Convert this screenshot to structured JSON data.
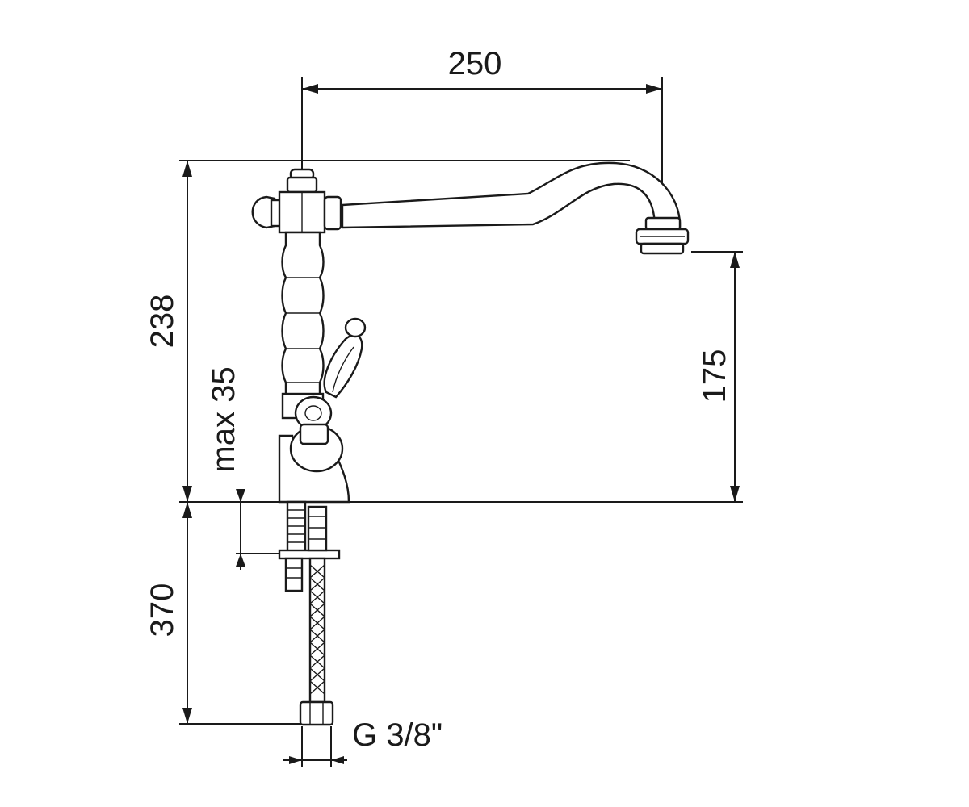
{
  "dimensions": {
    "spout_reach": "250",
    "total_height": "238",
    "spout_height": "175",
    "max_deck_thickness": "max 35",
    "hose_length": "370",
    "connection_thread": "G 3/8\""
  }
}
